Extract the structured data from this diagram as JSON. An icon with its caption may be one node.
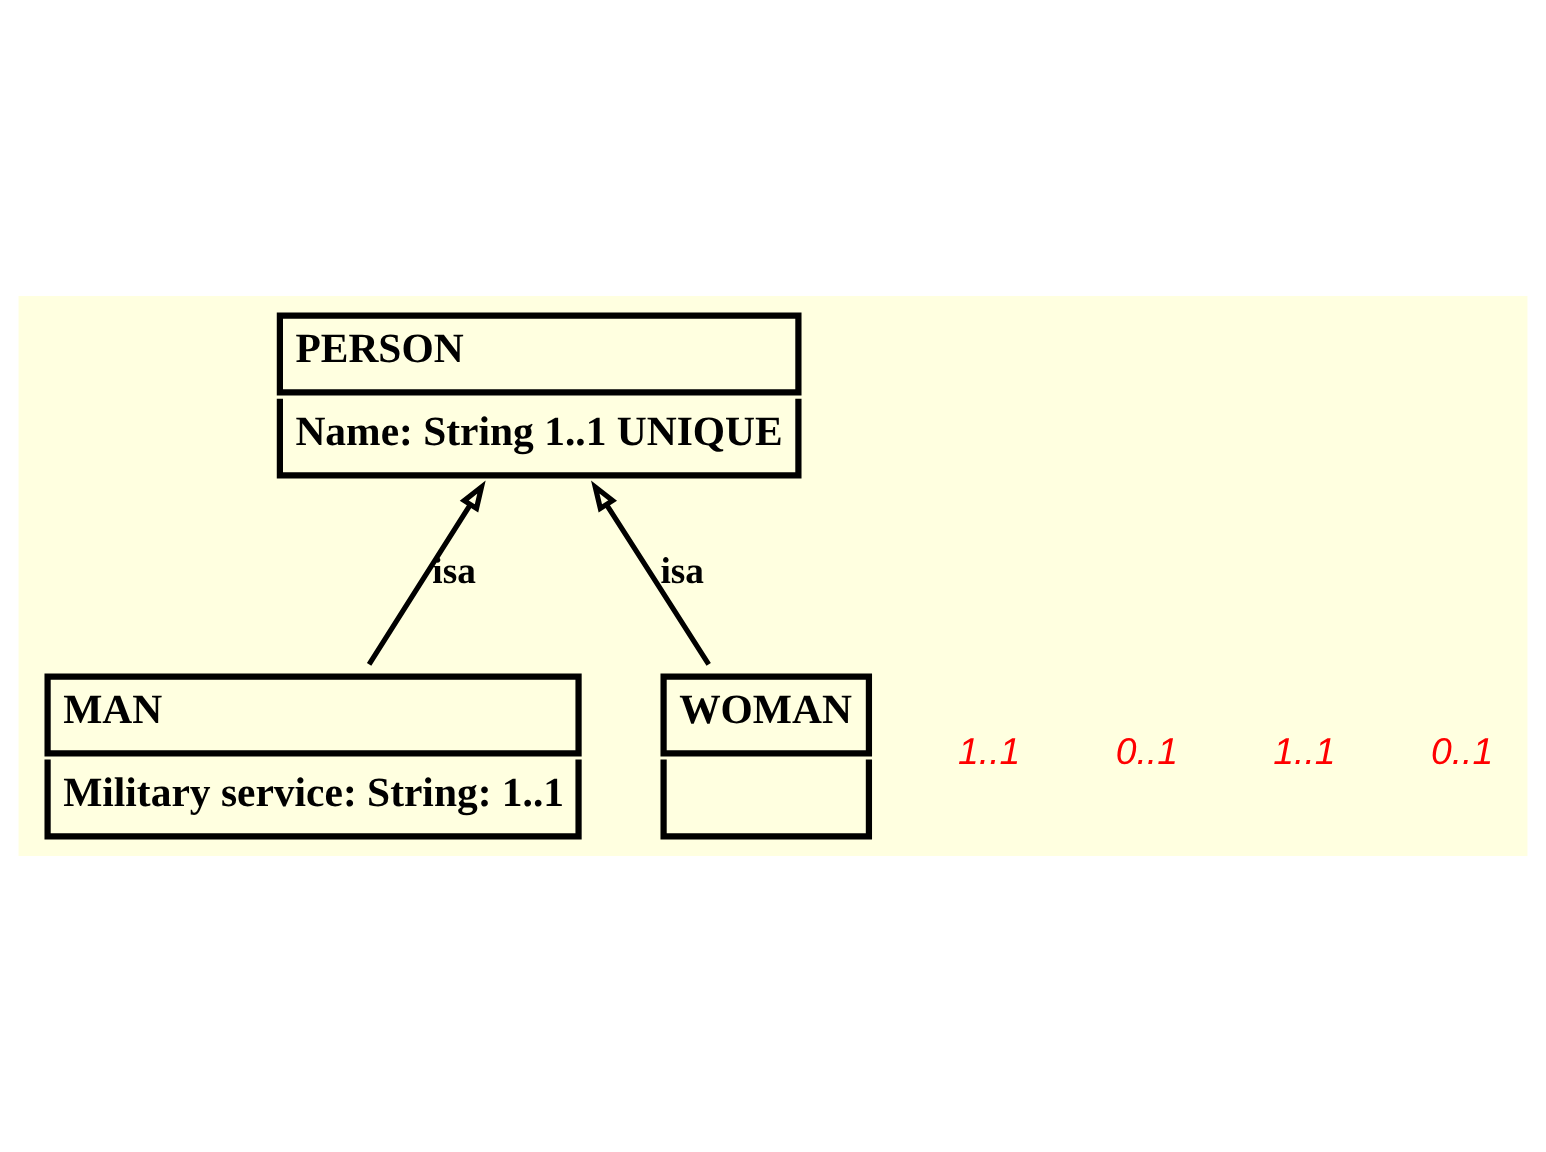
{
  "diagram": {
    "nodes": [
      {
        "text": [
          "PERSON",
          "Name: String 1..1 UNIQUE"
        ]
      },
      {
        "text": [
          "MAN",
          "Military service: String: 1..1"
        ]
      },
      {
        "text": [
          "WOMAN"
        ]
      }
    ],
    "edges": [
      {
        "from": 1,
        "to": 0,
        "arrow": "to",
        "label": "isa"
      },
      {
        "from": 2,
        "to": 0,
        "arrow": "to",
        "label": "isa"
      }
    ],
    "labels": [
      "1..1",
      "0..1",
      "1..1",
      "0..1"
    ]
  }
}
